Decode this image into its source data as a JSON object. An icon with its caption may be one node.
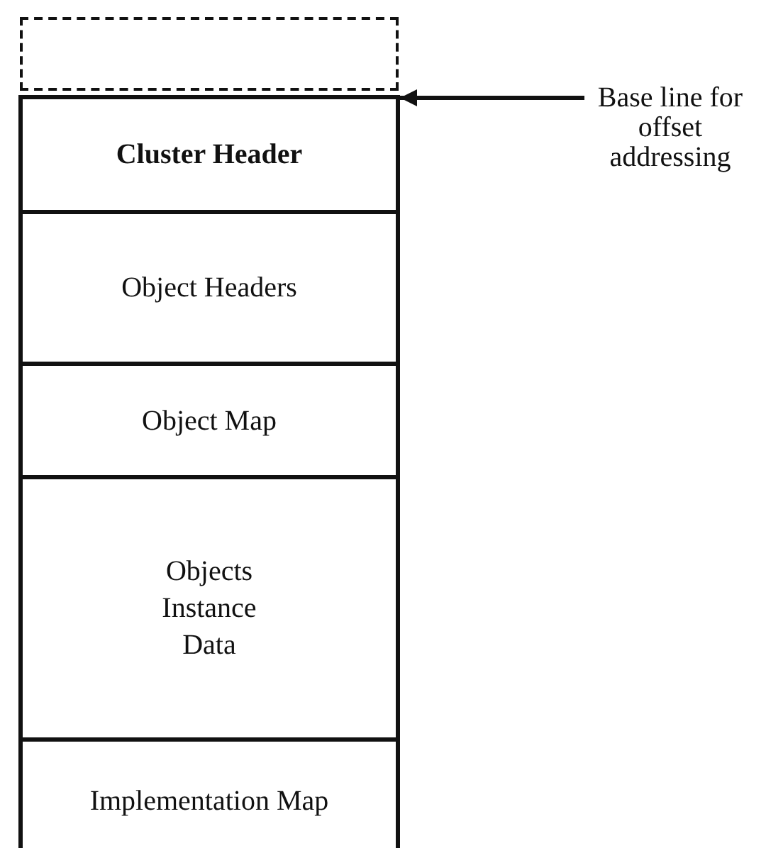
{
  "diagram": {
    "nodes": [
      {
        "text": [],
        "shape": "box"
      },
      {
        "text": [
          "Cluster Header"
        ]
      },
      {
        "text": [
          "Object Headers"
        ]
      },
      {
        "text": [
          "Object Map"
        ]
      },
      {
        "text": [
          "Objects Instance Data"
        ]
      },
      {
        "text": [
          "Implementation Map"
        ]
      },
      {
        "text": [
          "Base line for offset addressing"
        ]
      }
    ],
    "edges": [
      {
        "from": 6,
        "to": 1,
        "arrow": "to"
      }
    ]
  }
}
